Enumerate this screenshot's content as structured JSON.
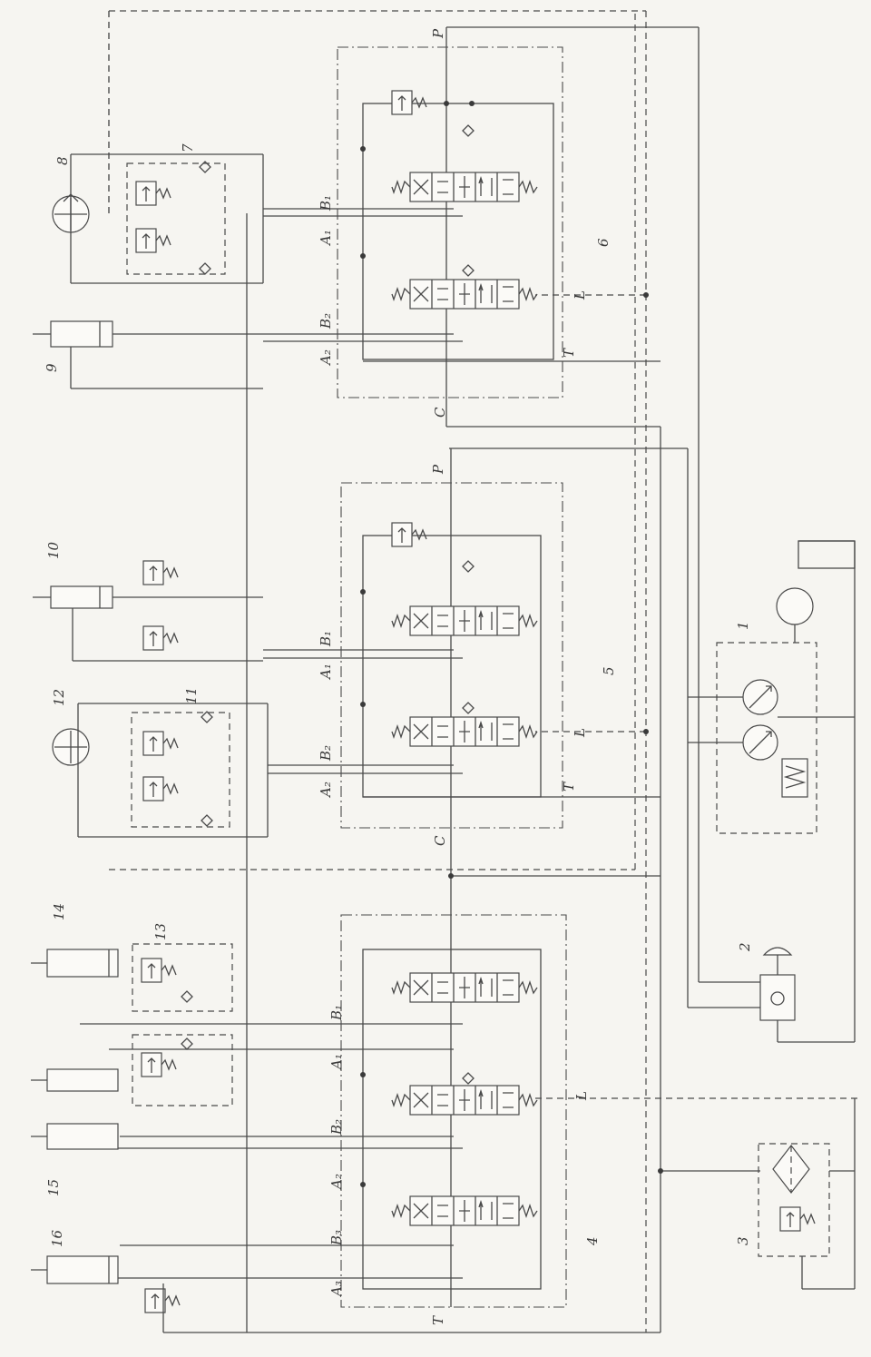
{
  "components": {
    "c1": "1",
    "c2": "2",
    "c3": "3",
    "c4": "4",
    "c5": "5",
    "c6": "6",
    "c7": "7",
    "c8": "8",
    "c9": "9",
    "c10": "10",
    "c11": "11",
    "c12": "12",
    "c13": "13",
    "c14": "14",
    "c15": "15",
    "c16": "16"
  },
  "ports": {
    "P": "P",
    "C": "C",
    "T": "T",
    "L": "L",
    "A1": "A₁",
    "B1": "B₁",
    "A2": "A₂",
    "B2": "B₂",
    "A3": "A₃",
    "B3": "B₃"
  },
  "colors": {
    "line": "#4a4a4a",
    "paper": "#f6f5f1"
  }
}
